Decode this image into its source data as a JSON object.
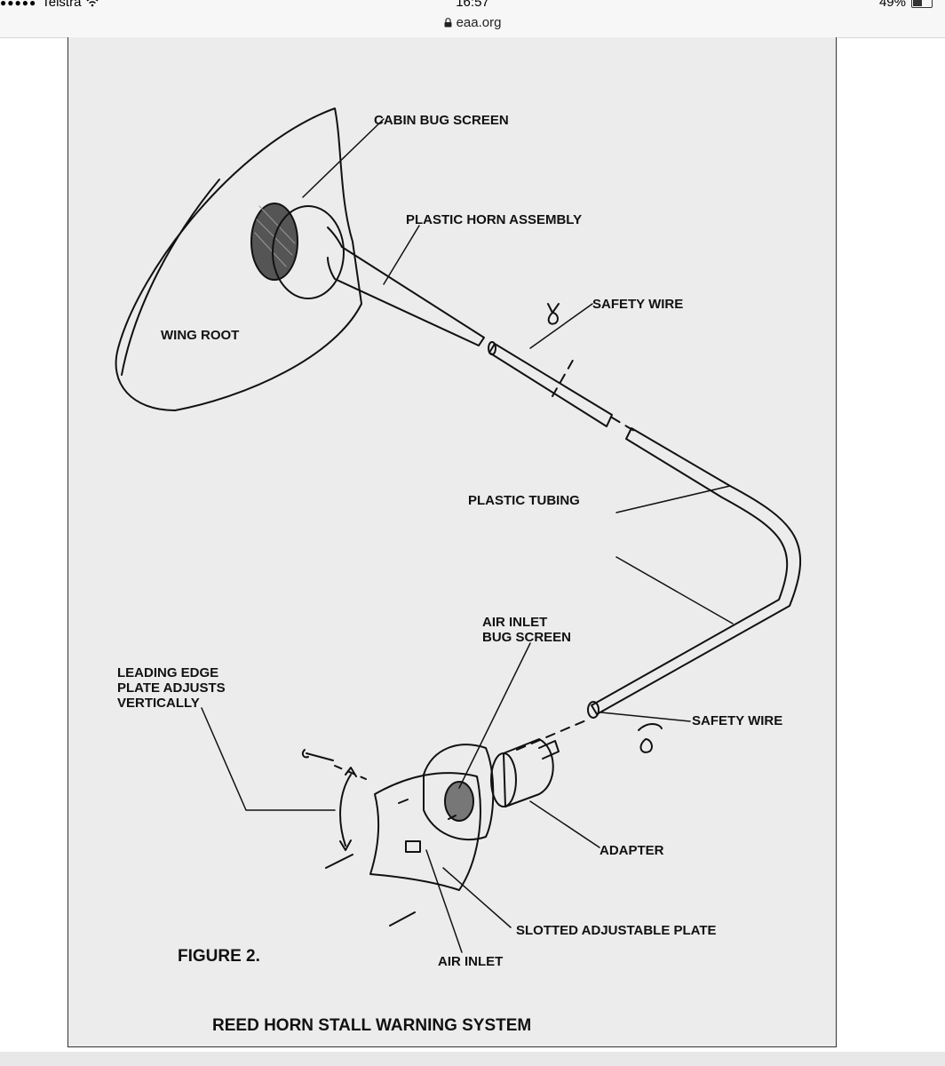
{
  "status_bar": {
    "carrier": "Telstra",
    "time": "16:57",
    "url": "eaa.org",
    "battery": "49%",
    "battery_level": 0.49,
    "icons": [
      "signal-icon",
      "wifi-icon",
      "lock-icon",
      "battery-icon"
    ]
  },
  "diagram": {
    "labels": {
      "cabin_bug_screen": "CABIN BUG SCREEN",
      "plastic_horn_assembly": "PLASTIC HORN ASSEMBLY",
      "safety_wire_top": "SAFETY WIRE",
      "wing_root": "WING ROOT",
      "plastic_tubing": "PLASTIC TUBING",
      "air_inlet_bug_screen_1": "AIR INLET",
      "air_inlet_bug_screen_2": "BUG SCREEN",
      "leading_edge_1": "LEADING EDGE",
      "leading_edge_2": "PLATE ADJUSTS",
      "leading_edge_3": "VERTICALLY",
      "safety_wire_bottom": "SAFETY WIRE",
      "adapter": "ADAPTER",
      "slotted_adjustable_plate": "SLOTTED ADJUSTABLE PLATE",
      "figure": "FIGURE 2.",
      "air_inlet": "AIR INLET",
      "caption": "REED HORN STALL WARNING SYSTEM"
    },
    "colors": {
      "paper": "#ececec",
      "ink": "#111111"
    }
  }
}
